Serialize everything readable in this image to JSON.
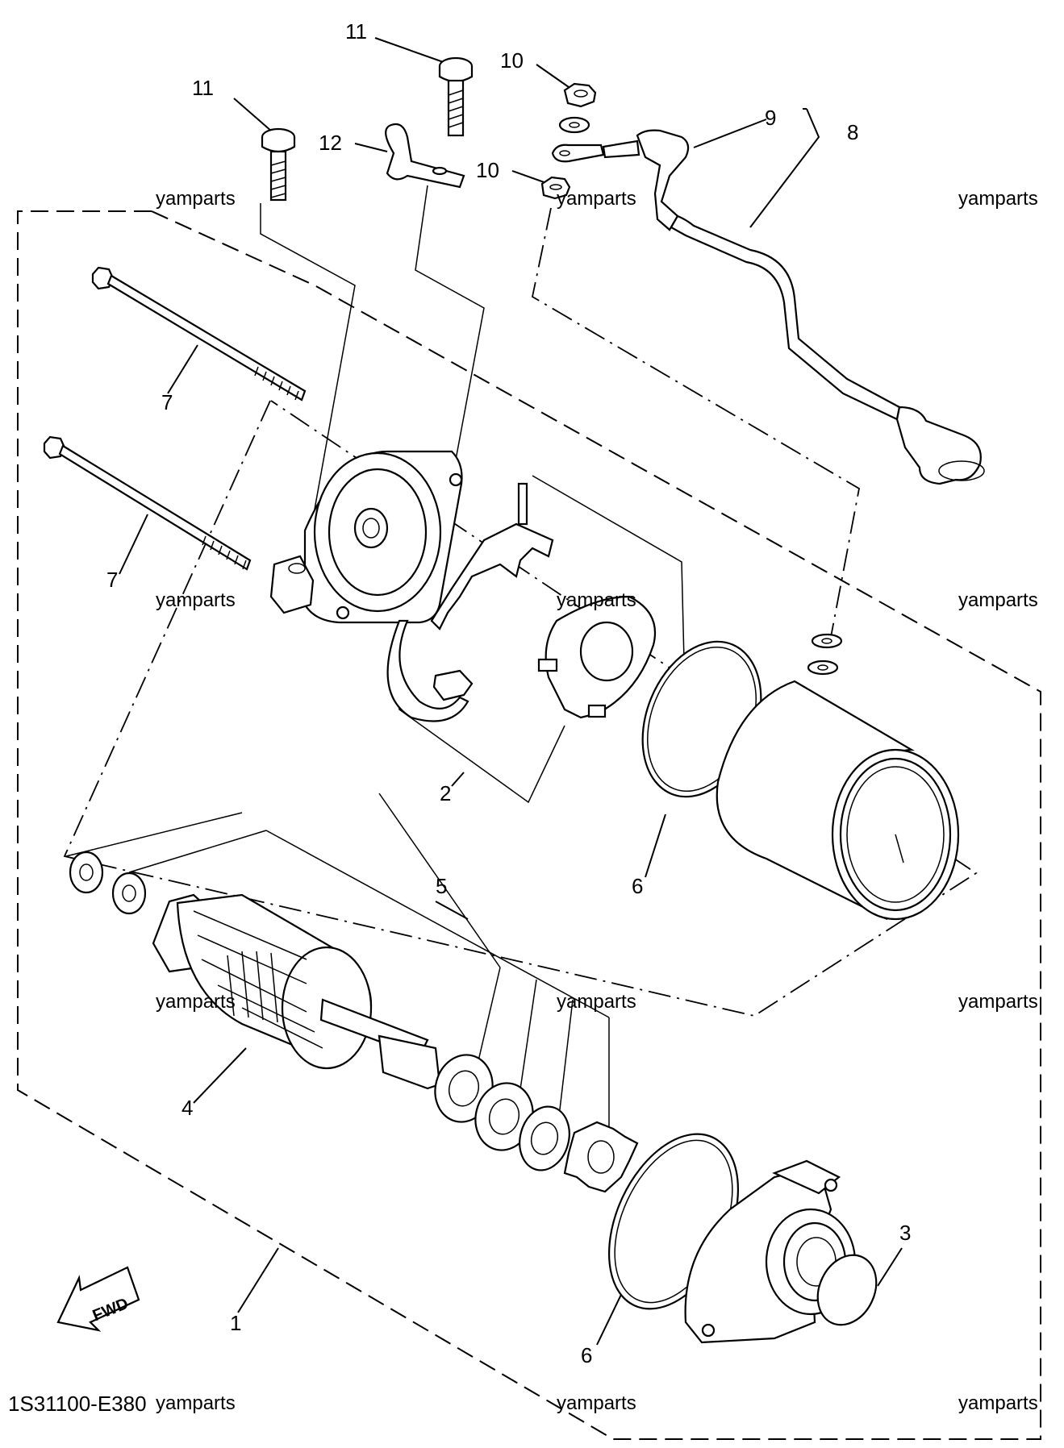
{
  "diagram": {
    "callouts": [
      "1",
      "2",
      "3",
      "4",
      "5",
      "6",
      "6",
      "7",
      "7",
      "8",
      "9",
      "10",
      "10",
      "11",
      "11",
      "12"
    ],
    "watermark": "yamparts",
    "drawing_code": "1S31100-E380",
    "direction_label": "FWD"
  }
}
